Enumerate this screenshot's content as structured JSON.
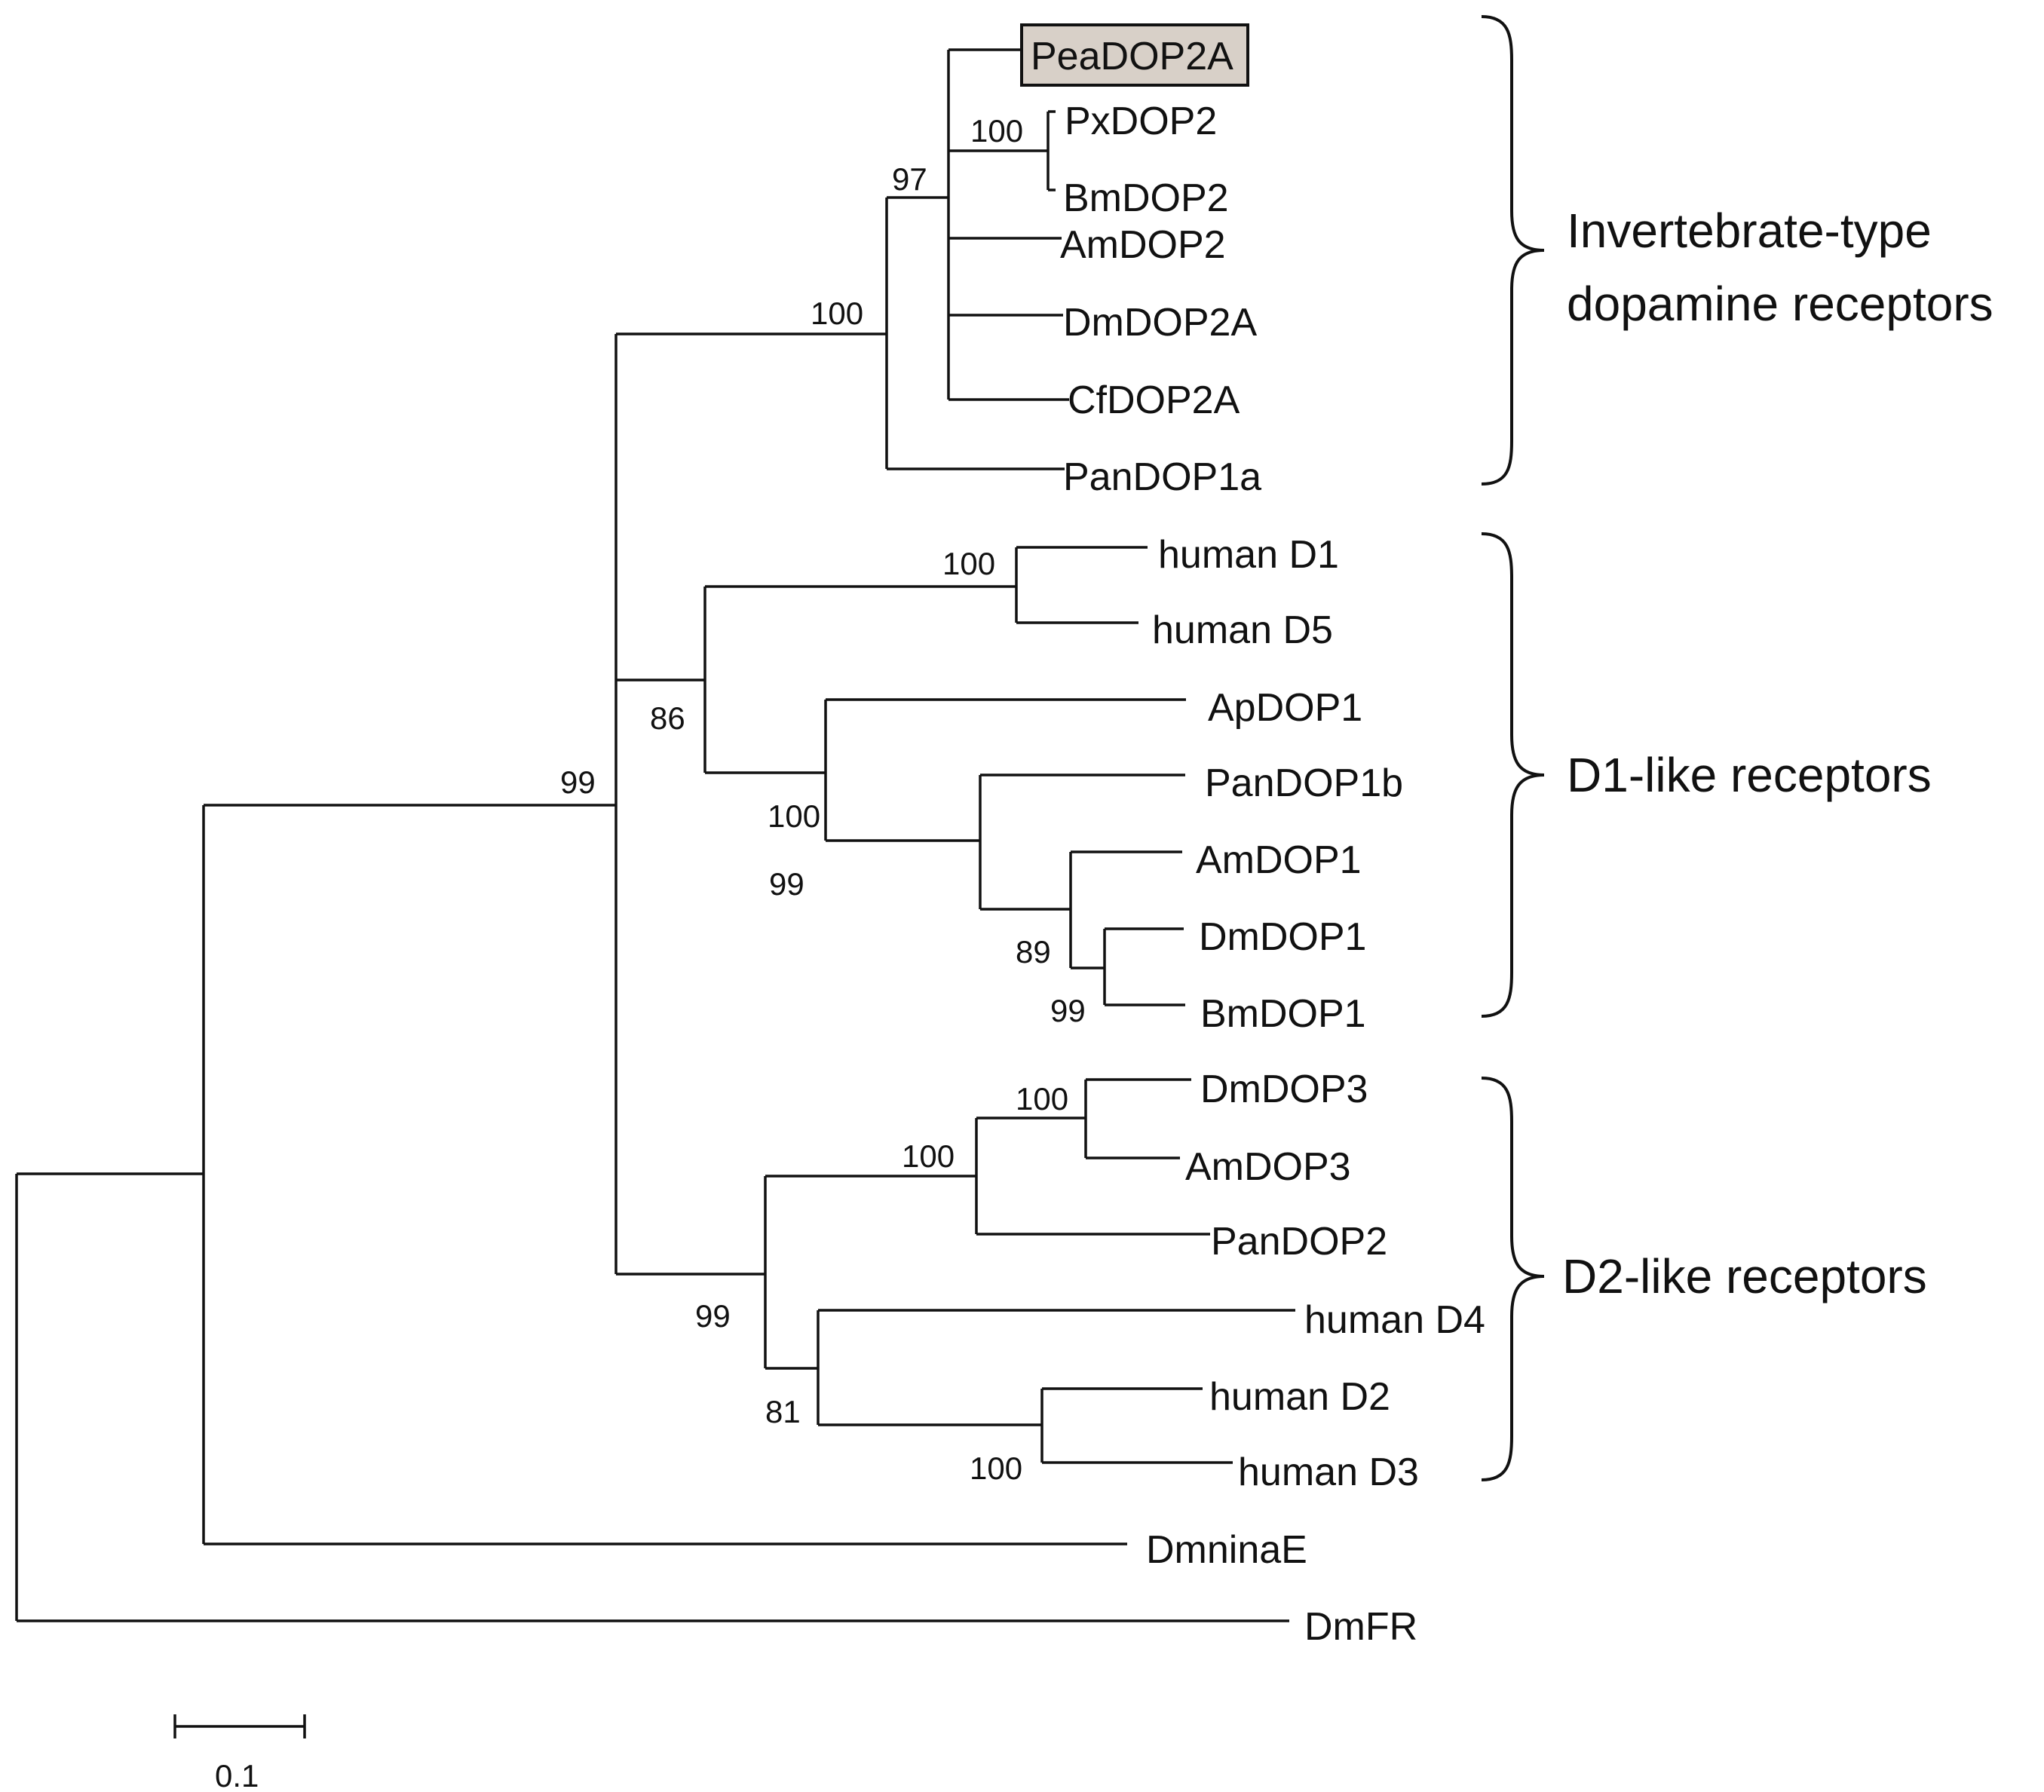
{
  "figure": {
    "highlighted_taxon": "PeaDOP2A",
    "highlight_color": "#d8d0c8",
    "taxa": [
      "PeaDOP2A",
      "PxDOP2",
      "BmDOP2",
      "AmDOP2",
      "DmDOP2A",
      "CfDOP2A",
      "PanDOP1a",
      "human D1",
      "human D5",
      "ApDOP1",
      "PanDOP1b",
      "AmDOP1",
      "DmDOP1",
      "BmDOP1",
      "DmDOP3",
      "AmDOP3",
      "PanDOP2",
      "human D4",
      "human D2",
      "human D3",
      "DmninaE",
      "DmFR"
    ],
    "bootstrap": [
      "100",
      "97",
      "100",
      "100",
      "86",
      "99",
      "100",
      "99",
      "89",
      "99",
      "100",
      "100",
      "99",
      "81",
      "100"
    ],
    "groups": [
      {
        "line1": "Invertebrate-type",
        "line2": "dopamine receptors"
      },
      {
        "line1": "D1-like receptors"
      },
      {
        "line1": "D2-like receptors"
      }
    ],
    "scale_label": "0.1"
  }
}
